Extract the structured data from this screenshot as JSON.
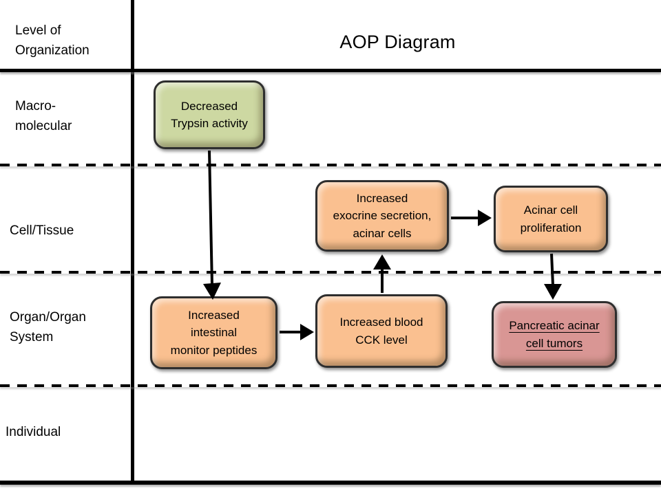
{
  "slide": {
    "corner_label": "Level of\nOrganization",
    "title": "AOP Diagram"
  },
  "rows": [
    {
      "label": "Macro-\nmolecular"
    },
    {
      "label": "Cell/Tissue"
    },
    {
      "label": "Organ/Organ\nSystem"
    },
    {
      "label": "Individual"
    }
  ],
  "boxes": {
    "trypsin": {
      "text": "Decreased\nTrypsin activity",
      "row": "Macro-molecular",
      "color": "green"
    },
    "exocrine": {
      "text": "Increased\nexocrine secretion,\nacinar cells",
      "row": "Cell/Tissue",
      "color": "orange"
    },
    "proliferation": {
      "text": "Acinar cell\nproliferation",
      "row": "Cell/Tissue",
      "color": "orange"
    },
    "intestinal": {
      "text": "Increased\nintestinal\nmonitor peptides",
      "row": "Organ/Organ System",
      "color": "orange"
    },
    "cck": {
      "text": "Increased blood\nCCK level",
      "row": "Organ/Organ System",
      "color": "orange"
    },
    "tumors": {
      "text": "Pancreatic acinar\ncell tumors",
      "row": "Organ/Organ System",
      "color": "pink",
      "underlined": true
    }
  },
  "arrows": [
    {
      "from": "trypsin",
      "to": "intestinal",
      "direction": "down"
    },
    {
      "from": "intestinal",
      "to": "cck",
      "direction": "right"
    },
    {
      "from": "cck",
      "to": "exocrine",
      "direction": "up"
    },
    {
      "from": "exocrine",
      "to": "proliferation",
      "direction": "right"
    },
    {
      "from": "proliferation",
      "to": "tumors",
      "direction": "down"
    }
  ],
  "colors": {
    "green_box_fill": "#cdd8a2",
    "orange_box_fill": "#fac090",
    "pink_box_fill": "#d99694",
    "box_border": "#2e2e2e",
    "line": "#000000"
  }
}
